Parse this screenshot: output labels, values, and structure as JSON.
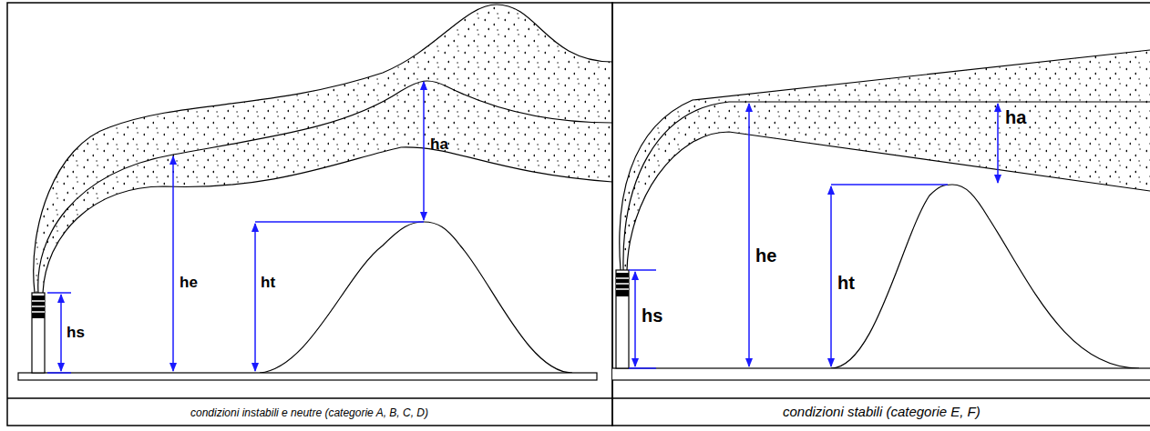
{
  "diagram": {
    "labels": [
      "hs",
      "he",
      "ht",
      "ha",
      "condizioni instabili e neutre (categorie A, B, C, D)",
      "hs",
      "he",
      "ht",
      "ha",
      "condizioni stabili (categorie E, F)"
    ]
  }
}
